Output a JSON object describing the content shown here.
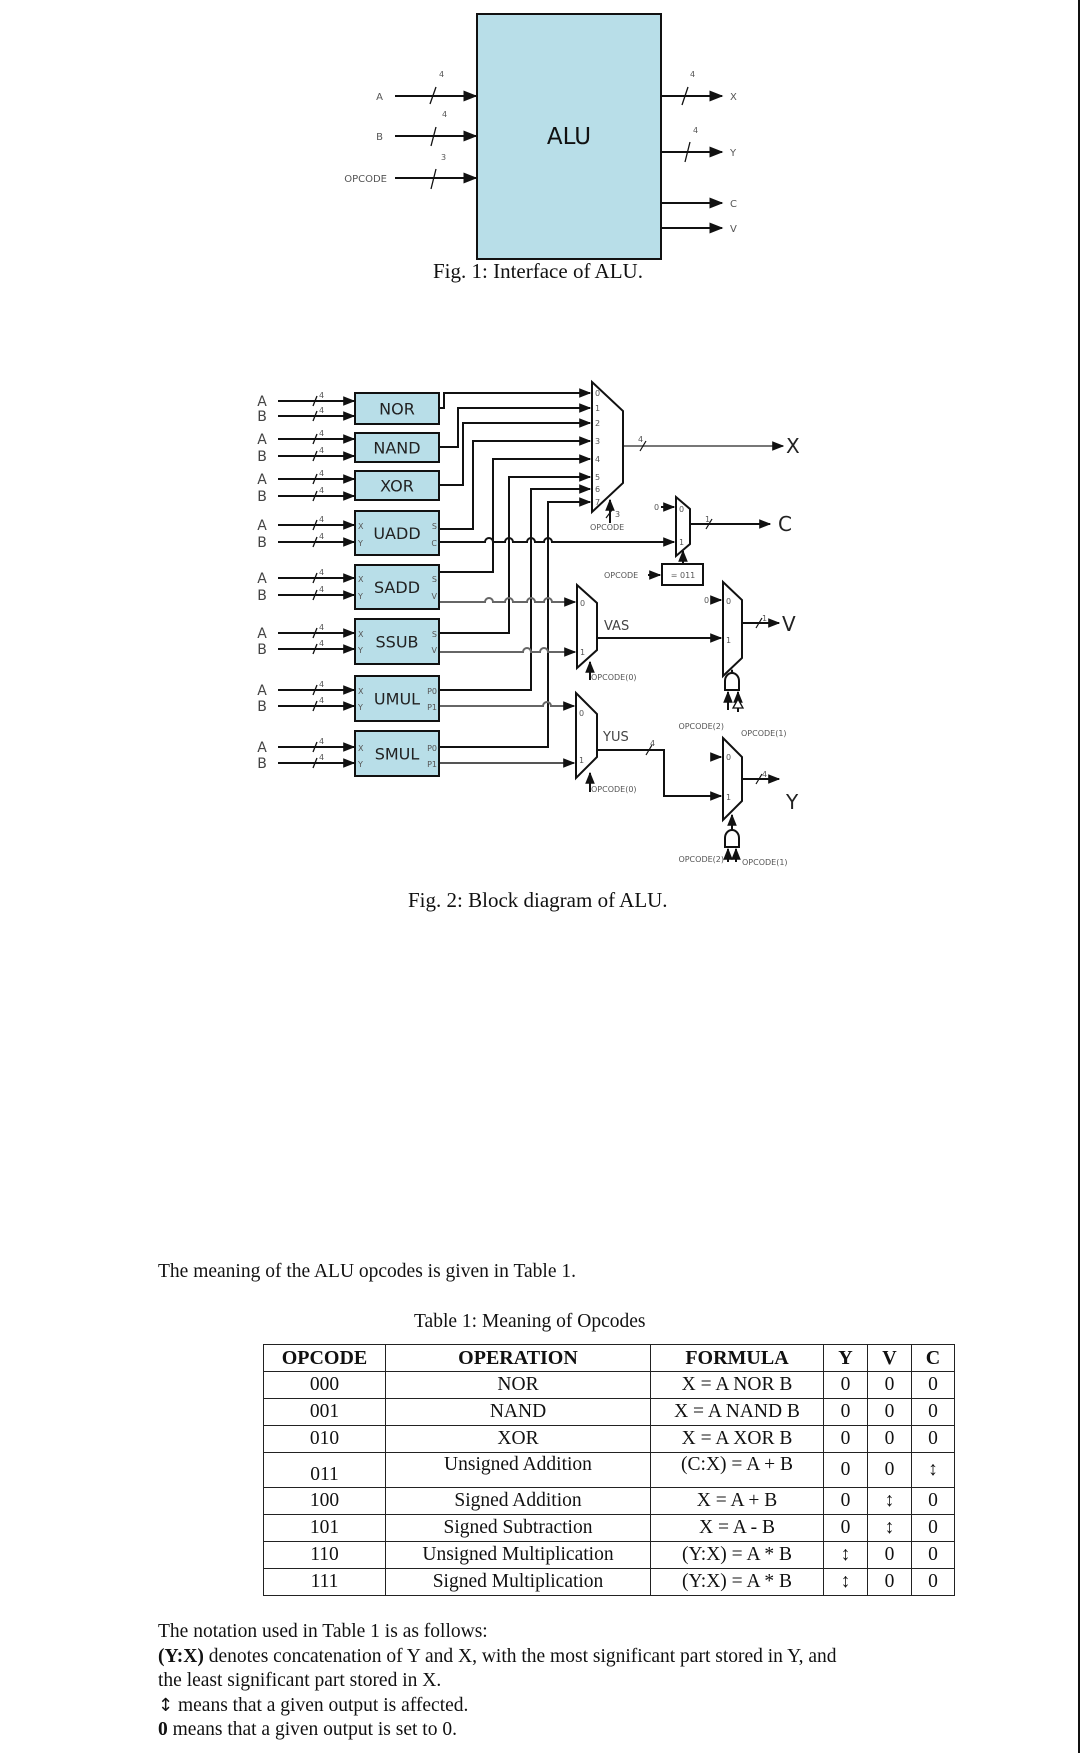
{
  "figure1": {
    "block_label": "ALU",
    "inputs": [
      {
        "name": "A",
        "width": "4"
      },
      {
        "name": "B",
        "width": "4"
      },
      {
        "name": "OPCODE",
        "width": "3"
      }
    ],
    "outputs": [
      {
        "name": "X",
        "width": "4"
      },
      {
        "name": "Y",
        "width": "4"
      },
      {
        "name": "C",
        "width": ""
      },
      {
        "name": "V",
        "width": ""
      }
    ],
    "caption": "Fig. 1: Interface of ALU."
  },
  "figure2": {
    "caption": "Fig. 2: Block diagram of ALU.",
    "input_labels": {
      "a": "A",
      "b": "B",
      "bus_width": "4"
    },
    "blocks": [
      {
        "name": "NOR",
        "in_ports": [
          "",
          ""
        ],
        "out_ports": [
          "",
          ""
        ]
      },
      {
        "name": "NAND",
        "in_ports": [
          "",
          ""
        ],
        "out_ports": [
          "",
          ""
        ]
      },
      {
        "name": "XOR",
        "in_ports": [
          "",
          ""
        ],
        "out_ports": [
          "",
          ""
        ]
      },
      {
        "name": "UADD",
        "in_ports": [
          "X",
          "Y"
        ],
        "out_ports": [
          "S",
          "C"
        ]
      },
      {
        "name": "SADD",
        "in_ports": [
          "X",
          "Y"
        ],
        "out_ports": [
          "S",
          "V"
        ]
      },
      {
        "name": "SSUB",
        "in_ports": [
          "X",
          "Y"
        ],
        "out_ports": [
          "S",
          "V"
        ]
      },
      {
        "name": "UMUL",
        "in_ports": [
          "X",
          "Y"
        ],
        "out_ports": [
          "P0",
          "P1"
        ]
      },
      {
        "name": "SMUL",
        "in_ports": [
          "X",
          "Y"
        ],
        "out_ports": [
          "P0",
          "P1"
        ]
      }
    ],
    "main_mux": {
      "inputs": [
        "0",
        "1",
        "2",
        "3",
        "4",
        "5",
        "6",
        "7"
      ],
      "select": "OPCODE",
      "select_width": "3",
      "out_width": "4",
      "output": "X"
    },
    "c_mux": {
      "inputs": [
        "0",
        "1"
      ],
      "const_in": "0",
      "out_width": "1",
      "output": "C",
      "compare_label": "= 011",
      "compare_input": "OPCODE"
    },
    "vas_mux": {
      "label": "VAS",
      "inputs": [
        "0",
        "1"
      ],
      "select": "OPCODE(0)"
    },
    "yus_mux": {
      "label": "YUS",
      "inputs": [
        "0",
        "1"
      ],
      "select": "OPCODE(0)",
      "out_width": "4"
    },
    "v_mux": {
      "inputs": [
        "0",
        "1"
      ],
      "const_in": "0",
      "out_width": "1",
      "output": "V",
      "gate_inputs": [
        "OPCODE(2)",
        "OPCODE(1)"
      ]
    },
    "y_mux": {
      "inputs": [
        "0",
        "1"
      ],
      "out_width": "4",
      "output": "Y",
      "gate_inputs": [
        "OPCODE(2)",
        "OPCODE(1)"
      ]
    }
  },
  "intro_text": "The meaning of the ALU opcodes is given in Table 1.",
  "table": {
    "title": "Table 1: Meaning of Opcodes",
    "headers": [
      "OPCODE",
      "OPERATION",
      "FORMULA",
      "Y",
      "V",
      "C"
    ],
    "rows": [
      [
        "000",
        "NOR",
        "X = A NOR B",
        "0",
        "0",
        "0"
      ],
      [
        "001",
        "NAND",
        "X = A NAND B",
        "0",
        "0",
        "0"
      ],
      [
        "010",
        "XOR",
        "X = A XOR B",
        "0",
        "0",
        "0"
      ],
      [
        "011",
        "Unsigned Addition",
        "(C:X) = A + B",
        "0",
        "0",
        "↕"
      ],
      [
        "100",
        "Signed Addition",
        "X = A + B",
        "0",
        "↕",
        "0"
      ],
      [
        "101",
        "Signed Subtraction",
        "X = A - B",
        "0",
        "↕",
        "0"
      ],
      [
        "110",
        "Unsigned Multiplication",
        "(Y:X) = A * B",
        "↕",
        "0",
        "0"
      ],
      [
        "111",
        "Signed Multiplication",
        "(Y:X) = A * B",
        "↕",
        "0",
        "0"
      ]
    ]
  },
  "notation": {
    "heading": "The notation used in Table 1 is as follows:",
    "concat_term": "(Y:X)",
    "concat_text": " denotes concatenation of Y and X, with the most significant part stored in Y, and",
    "concat_text2": "the least significant part stored in X.",
    "affected_symbol": "↕",
    "affected_text": " means that a given output is affected.",
    "zero_symbol": "0",
    "zero_text": " means that a given output is set to 0."
  },
  "colors": {
    "block_fill": "#b8dee8",
    "wire": "#111111",
    "label_gray": "#555555"
  }
}
